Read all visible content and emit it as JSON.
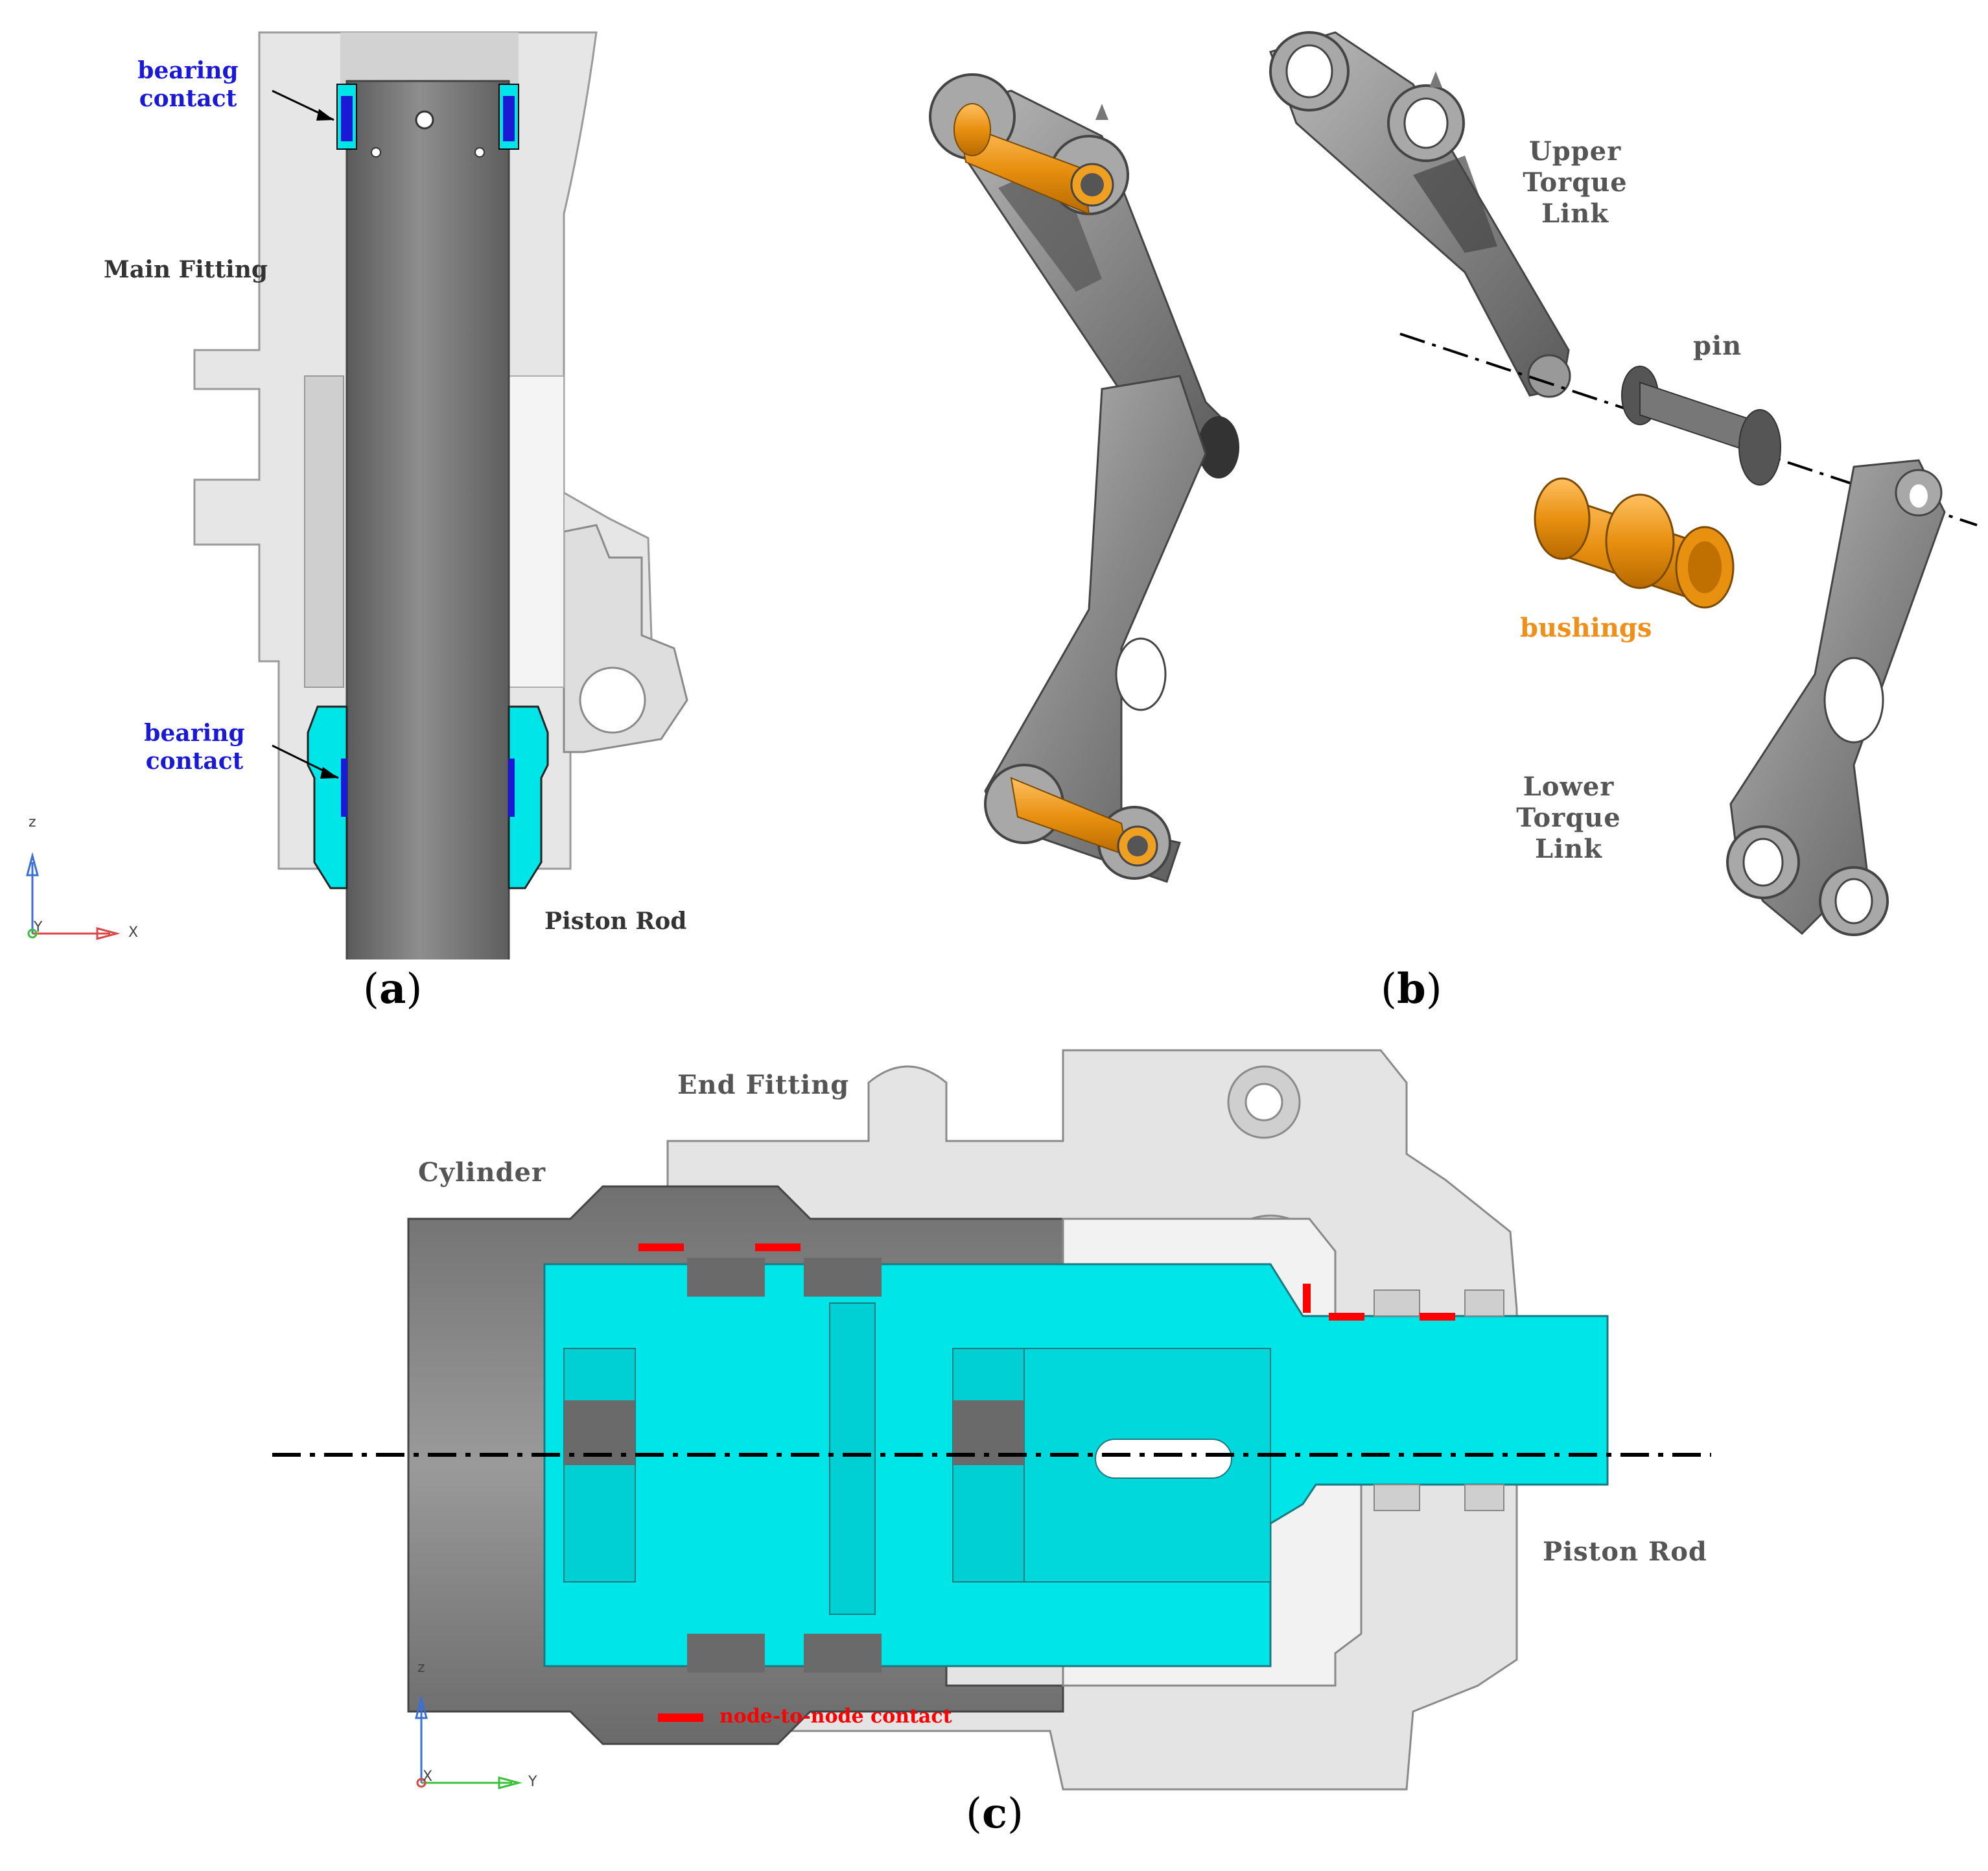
{
  "panel_a": {
    "caption_letter": "a",
    "label_bearing_top": "bearing contact",
    "label_main_fitting": "Main Fitting",
    "label_bearing_bottom": "bearing contact",
    "label_piston_rod": "Piston Rod",
    "axis": {
      "z": "z",
      "y": "Y",
      "x": "X"
    }
  },
  "panel_b": {
    "caption_letter": "b",
    "label_upper": "Upper Torque Link",
    "label_pin": "pin",
    "label_bushings": "bushings",
    "label_lower": "Lower Torque Link"
  },
  "panel_c": {
    "caption_letter": "c",
    "label_end_fitting": "End Fitting",
    "label_cylinder": "Cylinder",
    "label_piston_rod": "Piston Rod",
    "legend_contact": "node-to-node contact",
    "axis": {
      "z": "z",
      "x": "X",
      "y": "Y"
    }
  },
  "colors": {
    "bearing_blue": "#1a1ad6",
    "cyan_part": "#00e5e8",
    "bushing_orange": "#f0a020",
    "contact_red": "#ff0000",
    "steel_grey": "#7a7a7a",
    "light_grey": "#e4e4e4"
  }
}
